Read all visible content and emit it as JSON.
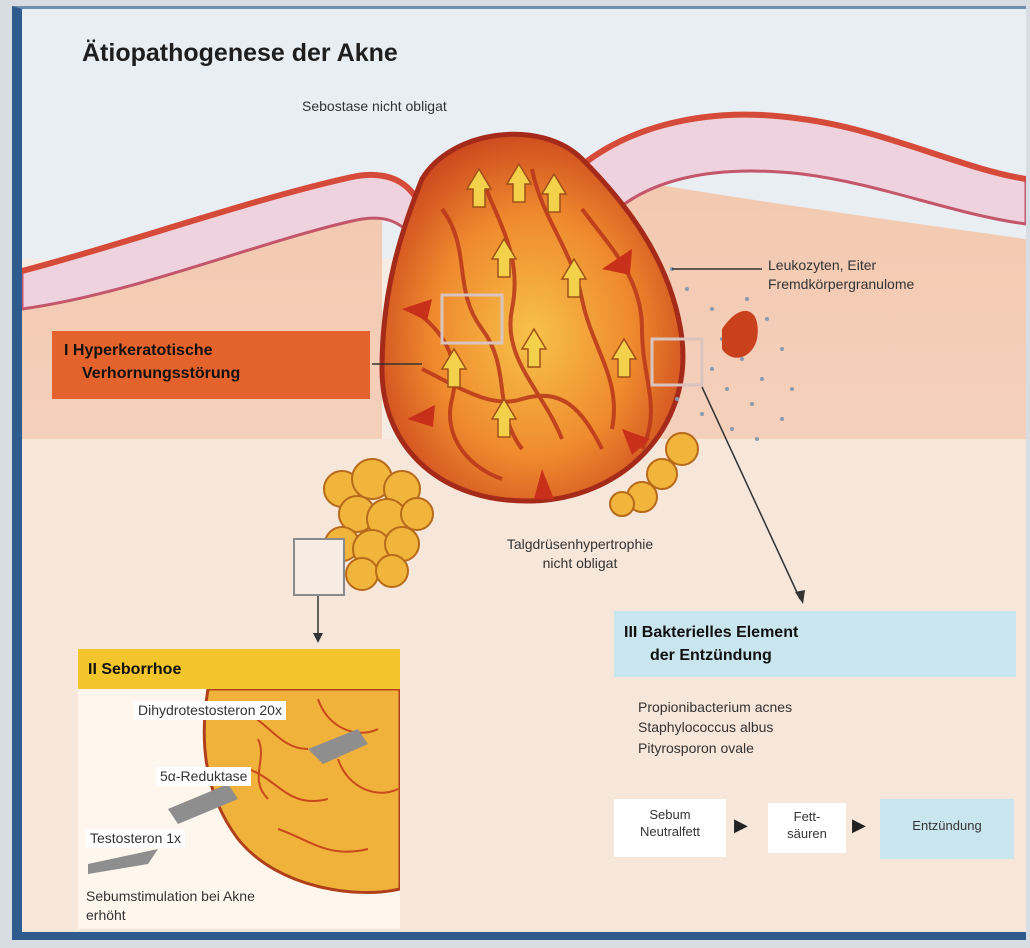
{
  "title": "Ätiopathogenese der Akne",
  "labels": {
    "sebostase": "Sebostase nicht obligat",
    "leukozyten_line1": "Leukozyten, Eiter",
    "leukozyten_line2": "Fremdkörpergranulome",
    "talg_line1": "Talgdrüsenhypertrophie",
    "talg_line2": "nicht obligat"
  },
  "section_i": {
    "line1": "I Hyperkeratotische",
    "line2": "Verhornungsstörung",
    "color": "#e4632d"
  },
  "section_ii": {
    "heading": "II Seborrhoe",
    "color": "#f2c52a",
    "dihydro": "Dihydrotestosteron 20x",
    "reduktase": "5α-Reduktase",
    "testosteron": "Testosteron 1x",
    "sebum_line1": "Sebumstimulation bei Akne",
    "sebum_line2": "erhöht"
  },
  "section_iii": {
    "line1": "III Bakterielles Element",
    "line2": "der Entzündung",
    "color": "#c9e6ee",
    "bacteria": [
      "Propionibacterium acnes",
      "Staphylococcus albus",
      "Pityrosporon ovale"
    ]
  },
  "flow": {
    "step1_line1": "Sebum",
    "step1_line2": "Neutralfett",
    "step2_line1": "Fett-",
    "step2_line2": "säuren",
    "step3": "Entzündung"
  }
}
